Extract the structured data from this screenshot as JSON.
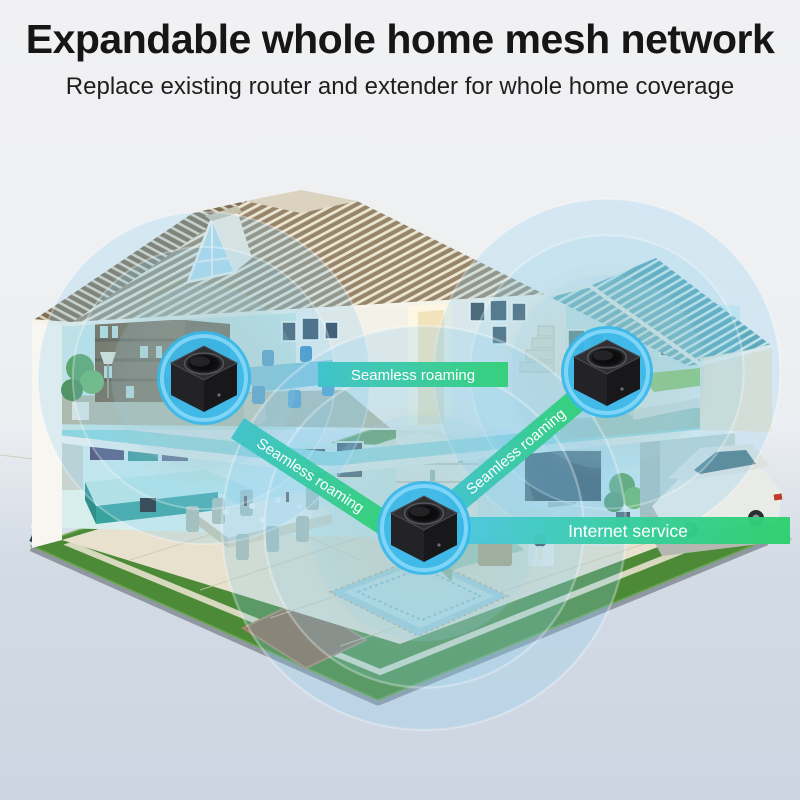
{
  "header": {
    "title": "Expandable whole home mesh network",
    "subtitle": "Replace existing router and extender for whole home coverage"
  },
  "scene": {
    "banners": [
      {
        "id": "roaming-top",
        "label": "Seamless roaming",
        "orientation": "horizontal"
      },
      {
        "id": "roaming-left",
        "label": "Seamless roaming",
        "orientation": "diagonal-down"
      },
      {
        "id": "roaming-right",
        "label": "Seamless roaming",
        "orientation": "diagonal-up"
      },
      {
        "id": "internet",
        "label": "Internet service",
        "orientation": "horizontal"
      }
    ],
    "devices": [
      {
        "name": "mesh-router-study"
      },
      {
        "name": "mesh-router-bedroom"
      },
      {
        "name": "mesh-router-living"
      }
    ],
    "colors": {
      "banner_gradient_start": "#3fc3cb",
      "banner_gradient_end": "#31d077",
      "internet_gradient_start": "#4cc6e3",
      "internet_gradient_end": "#2ed06e",
      "badge_blue": "#38b7e9",
      "coverage_blue": "#8fd0ee",
      "roof_brown": "#96856a",
      "roof_teal": "#4f9fae",
      "grass": "#4c8a38",
      "platform_navy": "#253d4c",
      "background_top": "#f1f1f3",
      "background_bottom": "#ccd5e1",
      "title_text": "#161616"
    }
  }
}
